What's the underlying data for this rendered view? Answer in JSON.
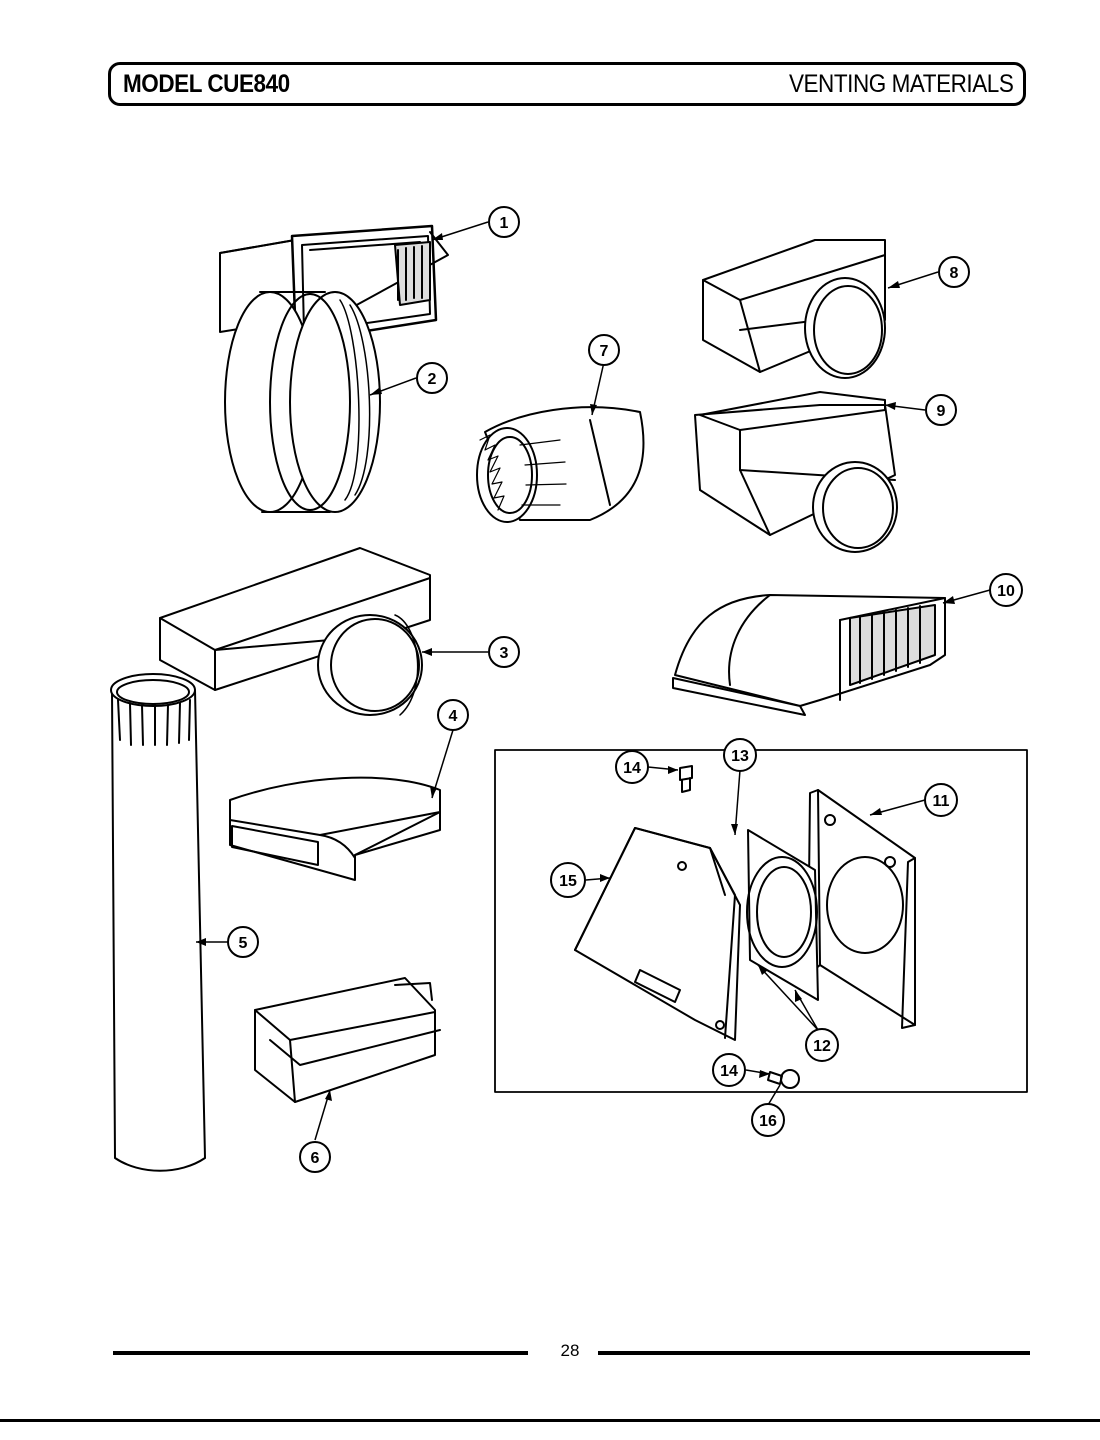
{
  "header": {
    "model": "MODEL CUE840",
    "section": "VENTING MATERIALS"
  },
  "callouts": [
    "1",
    "2",
    "3",
    "4",
    "5",
    "6",
    "7",
    "8",
    "9",
    "10",
    "11",
    "12",
    "13",
    "14",
    "15",
    "16"
  ],
  "footer": {
    "page_number": "28"
  }
}
